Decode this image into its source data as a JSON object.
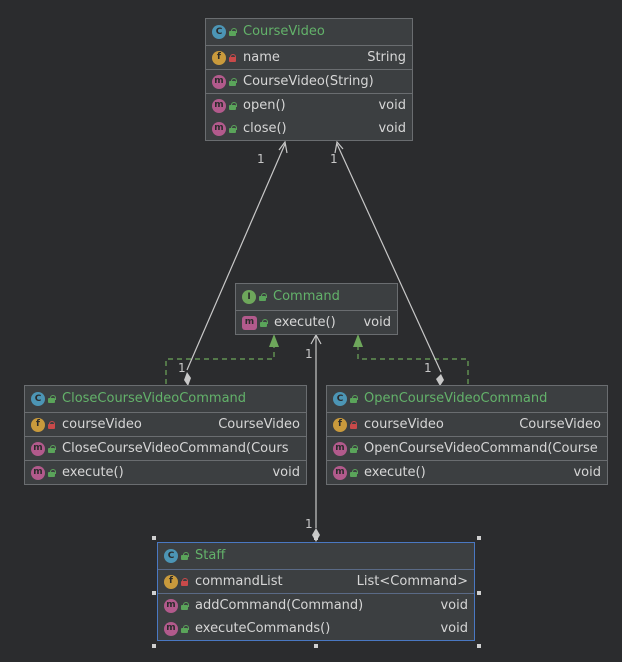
{
  "colors": {
    "background": "#2b2c2e",
    "box_fill": "#3c3f41",
    "box_border": "#6a6d70",
    "title_text": "#63b26a",
    "member_text": "#d6d6d6",
    "selection_border": "#4a78c2",
    "realization_line": "#6ea75b",
    "association_line": "#c8c8c8"
  },
  "classes": {
    "course_video": {
      "name": "CourseVideo",
      "kind_icon": "class-icon",
      "fields": [
        {
          "icon": "field-icon",
          "visibility": "private-lock-icon",
          "name": "name",
          "type": "String"
        }
      ],
      "constructors": [
        {
          "icon": "method-icon",
          "visibility": "public-lock-icon",
          "name": "CourseVideo(String)",
          "type": ""
        }
      ],
      "methods": [
        {
          "icon": "method-icon",
          "visibility": "public-lock-icon",
          "name": "open()",
          "type": "void"
        },
        {
          "icon": "method-icon",
          "visibility": "public-lock-icon",
          "name": "close()",
          "type": "void"
        }
      ]
    },
    "command": {
      "name": "Command",
      "kind_icon": "interface-icon",
      "methods": [
        {
          "icon": "abstract-method-icon",
          "visibility": "public-lock-icon",
          "name": "execute()",
          "type": "void"
        }
      ]
    },
    "close_cmd": {
      "name": "CloseCourseVideoCommand",
      "kind_icon": "class-icon",
      "fields": [
        {
          "icon": "field-icon",
          "visibility": "private-lock-icon",
          "name": "courseVideo",
          "type": "CourseVideo"
        }
      ],
      "constructors": [
        {
          "icon": "method-icon",
          "visibility": "public-lock-icon",
          "name": "CloseCourseVideoCommand(Cours",
          "type": ""
        }
      ],
      "methods": [
        {
          "icon": "method-icon",
          "visibility": "public-lock-icon",
          "name": "execute()",
          "type": "void"
        }
      ]
    },
    "open_cmd": {
      "name": "OpenCourseVideoCommand",
      "kind_icon": "class-icon",
      "fields": [
        {
          "icon": "field-icon",
          "visibility": "private-lock-icon",
          "name": "courseVideo",
          "type": "CourseVideo"
        }
      ],
      "constructors": [
        {
          "icon": "method-icon",
          "visibility": "public-lock-icon",
          "name": "OpenCourseVideoCommand(Course",
          "type": ""
        }
      ],
      "methods": [
        {
          "icon": "method-icon",
          "visibility": "public-lock-icon",
          "name": "execute()",
          "type": "void"
        }
      ]
    },
    "staff": {
      "name": "Staff",
      "kind_icon": "class-icon",
      "selected": true,
      "fields": [
        {
          "icon": "field-icon",
          "visibility": "private-lock-icon",
          "name": "commandList",
          "type": "List<Command>"
        }
      ],
      "methods": [
        {
          "icon": "method-icon",
          "visibility": "public-lock-icon",
          "name": "addCommand(Command)",
          "type": "void"
        },
        {
          "icon": "method-icon",
          "visibility": "public-lock-icon",
          "name": "executeCommands()",
          "type": "void"
        }
      ]
    }
  },
  "edges": {
    "close_to_course": {
      "type": "aggregation",
      "multiplicity_target": "1",
      "multiplicity_source": "1"
    },
    "open_to_course": {
      "type": "aggregation",
      "multiplicity_target": "1",
      "multiplicity_source": "1"
    },
    "staff_to_command": {
      "type": "aggregation",
      "multiplicity_target": "1",
      "multiplicity_source": "1"
    },
    "close_realizes_command": {
      "type": "realization"
    },
    "open_realizes_command": {
      "type": "realization"
    }
  },
  "icon_letters": {
    "class-icon": "C",
    "interface-icon": "I",
    "field-icon": "f",
    "method-icon": "m",
    "abstract-method-icon": "m"
  }
}
